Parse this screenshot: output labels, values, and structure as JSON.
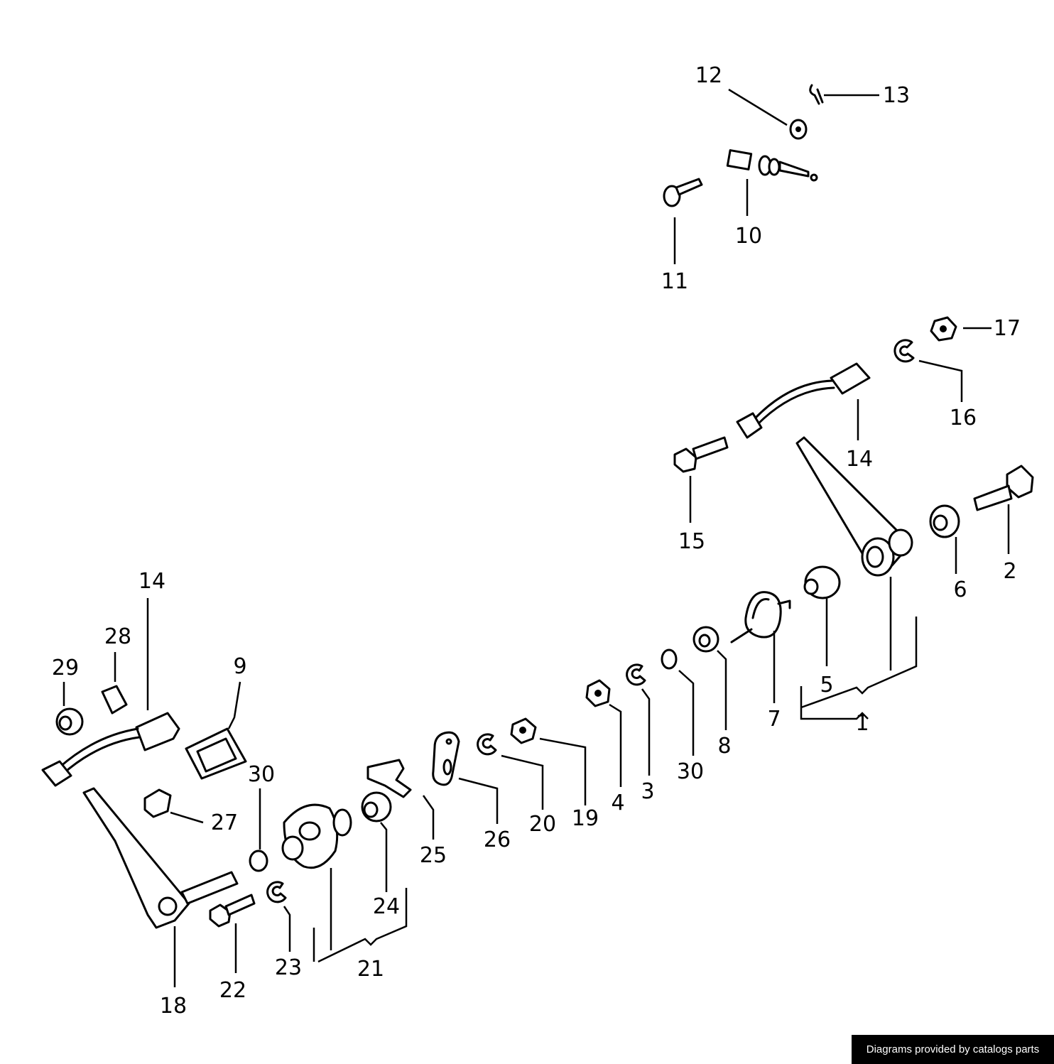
{
  "diagram": {
    "callouts": [
      "12",
      "13",
      "10",
      "11",
      "17",
      "16",
      "14",
      "15",
      "2",
      "6",
      "5",
      "1",
      "7",
      "8",
      "30",
      "3",
      "4",
      "19",
      "20",
      "26",
      "25",
      "24",
      "21",
      "23",
      "22",
      "18",
      "30",
      "27",
      "9",
      "14",
      "28",
      "29"
    ]
  },
  "footer": {
    "credit": "Diagrams provided by catalogs parts"
  },
  "colors": {
    "line": "#000000",
    "background": "#ffffff",
    "credit_bg": "#000000",
    "credit_text": "#ffffff"
  }
}
